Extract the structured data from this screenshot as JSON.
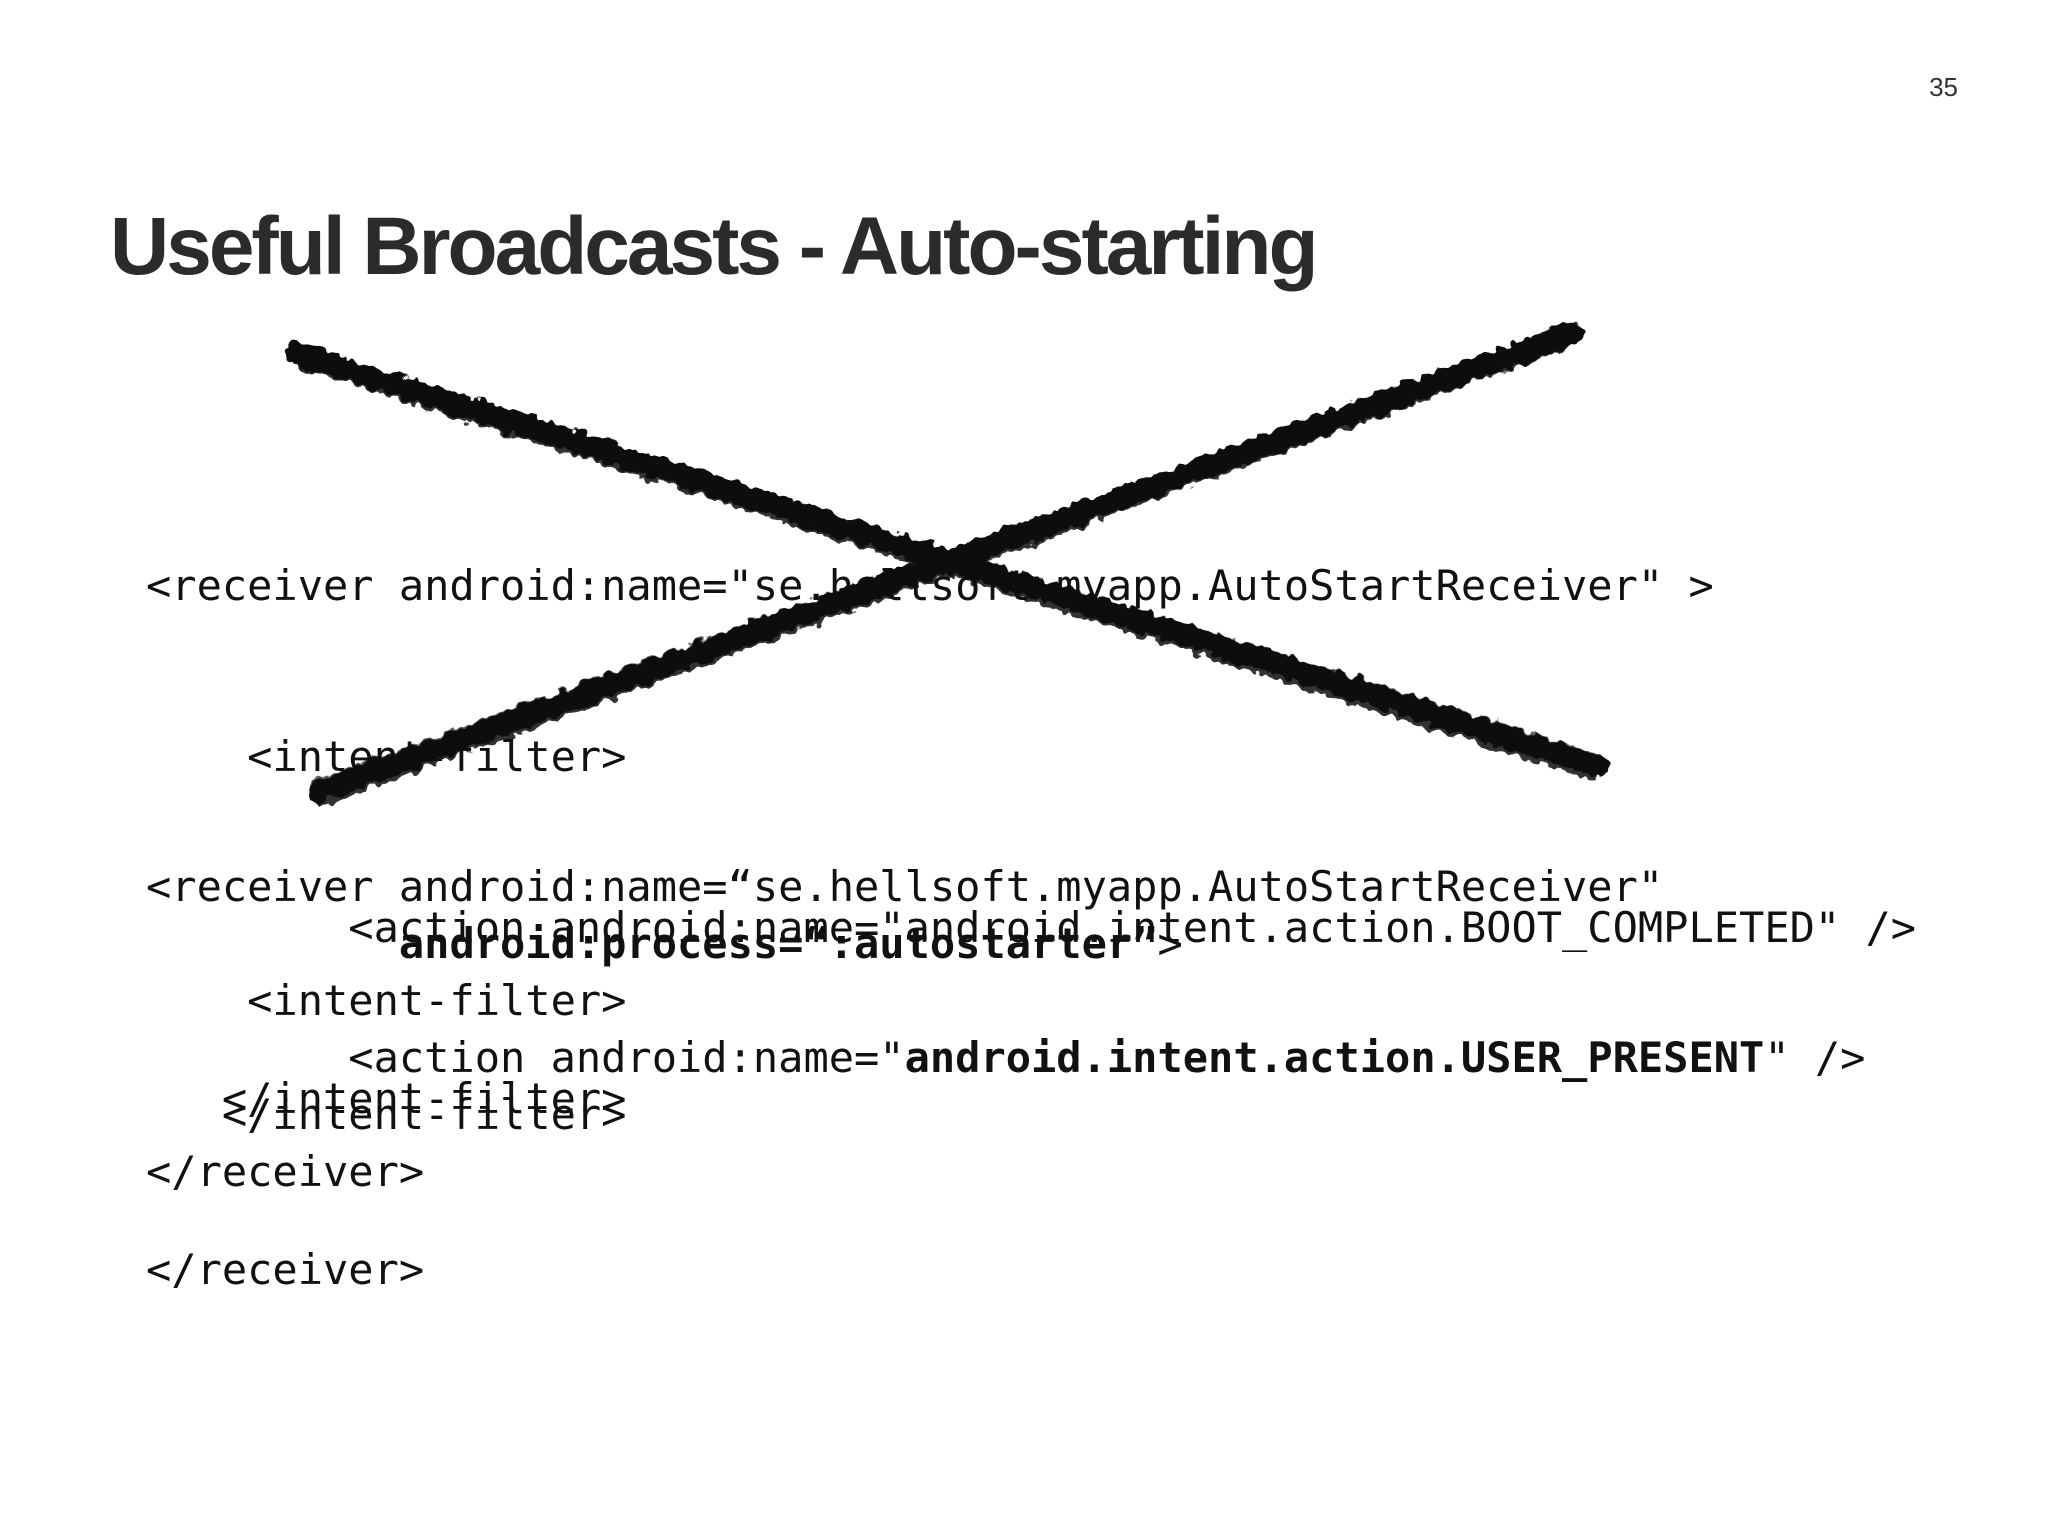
{
  "slide": {
    "page_number": "35",
    "title": "Useful Broadcasts - Auto-starting"
  },
  "code_old": {
    "lines": [
      "<receiver android:name=\"se.hellsoft.myapp.AutoStartReceiver\" >",
      "    <intent-filter>",
      "        <action android:name=\"android.intent.action.BOOT_COMPLETED\" />",
      "   </intent-filter>",
      "</receiver>"
    ]
  },
  "code_new": {
    "line1": "<receiver android:name=“se.hellsoft.myapp.AutoStartReceiver\"",
    "line2_indent": "          ",
    "line2_bold": "android:process=“:autostarter”",
    "line2_tail": ">",
    "line3": "    <intent-filter>",
    "line4_prefix": "        <action android:name=\"",
    "line4_bold": "android.intent.action.USER_PRESENT",
    "line4_suffix": "\" />",
    "line5": "   </intent-filter>",
    "line6": "</receiver>"
  },
  "colors": {
    "cross": "#111111",
    "title": "#2b2b2b"
  },
  "icons": {
    "cross": "crossed-out-x-mark"
  }
}
